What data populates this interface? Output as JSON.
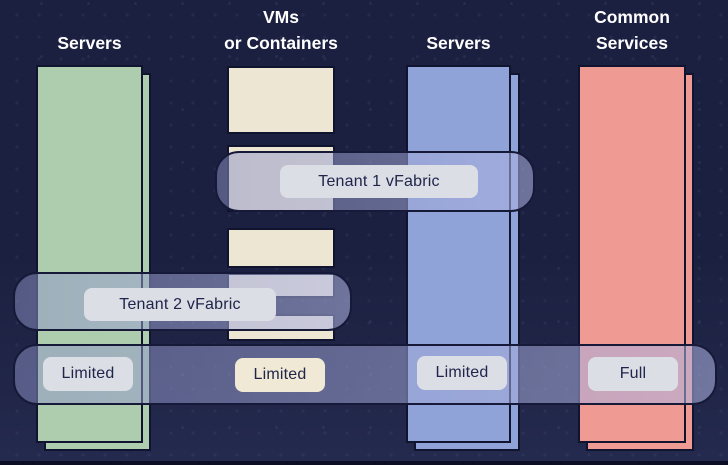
{
  "diagram": {
    "columns": [
      {
        "id": "servers-left",
        "header_line1": "",
        "header_line2": "Servers",
        "access": "Limited"
      },
      {
        "id": "vms-or-containers",
        "header_line1": "VMs",
        "header_line2": "or Containers",
        "access": "Limited"
      },
      {
        "id": "servers-right",
        "header_line1": "",
        "header_line2": "Servers",
        "access": "Limited"
      },
      {
        "id": "common-services",
        "header_line1": "Common",
        "header_line2": "Services",
        "access": "Full"
      }
    ],
    "bands": [
      {
        "id": "tenant1-vfabric",
        "label": "Tenant 1 vFabric"
      },
      {
        "id": "tenant2-vfabric",
        "label": "Tenant 2 vFabric"
      },
      {
        "id": "access-level",
        "label": ""
      }
    ],
    "vm_block_count": 5
  },
  "colors": {
    "background": "#1c2040",
    "background_bottom": "#242a4e",
    "column_green": "#aecdae",
    "column_cream": "#ece6d3",
    "column_blue": "#8fa3d8",
    "column_red": "#ef9a93",
    "band_fill": "#8c92c5",
    "chip_gray": "#dcdee6",
    "chip_cream": "#f0e9d6",
    "text_dark": "#20254a",
    "text_light": "#ffffff"
  }
}
